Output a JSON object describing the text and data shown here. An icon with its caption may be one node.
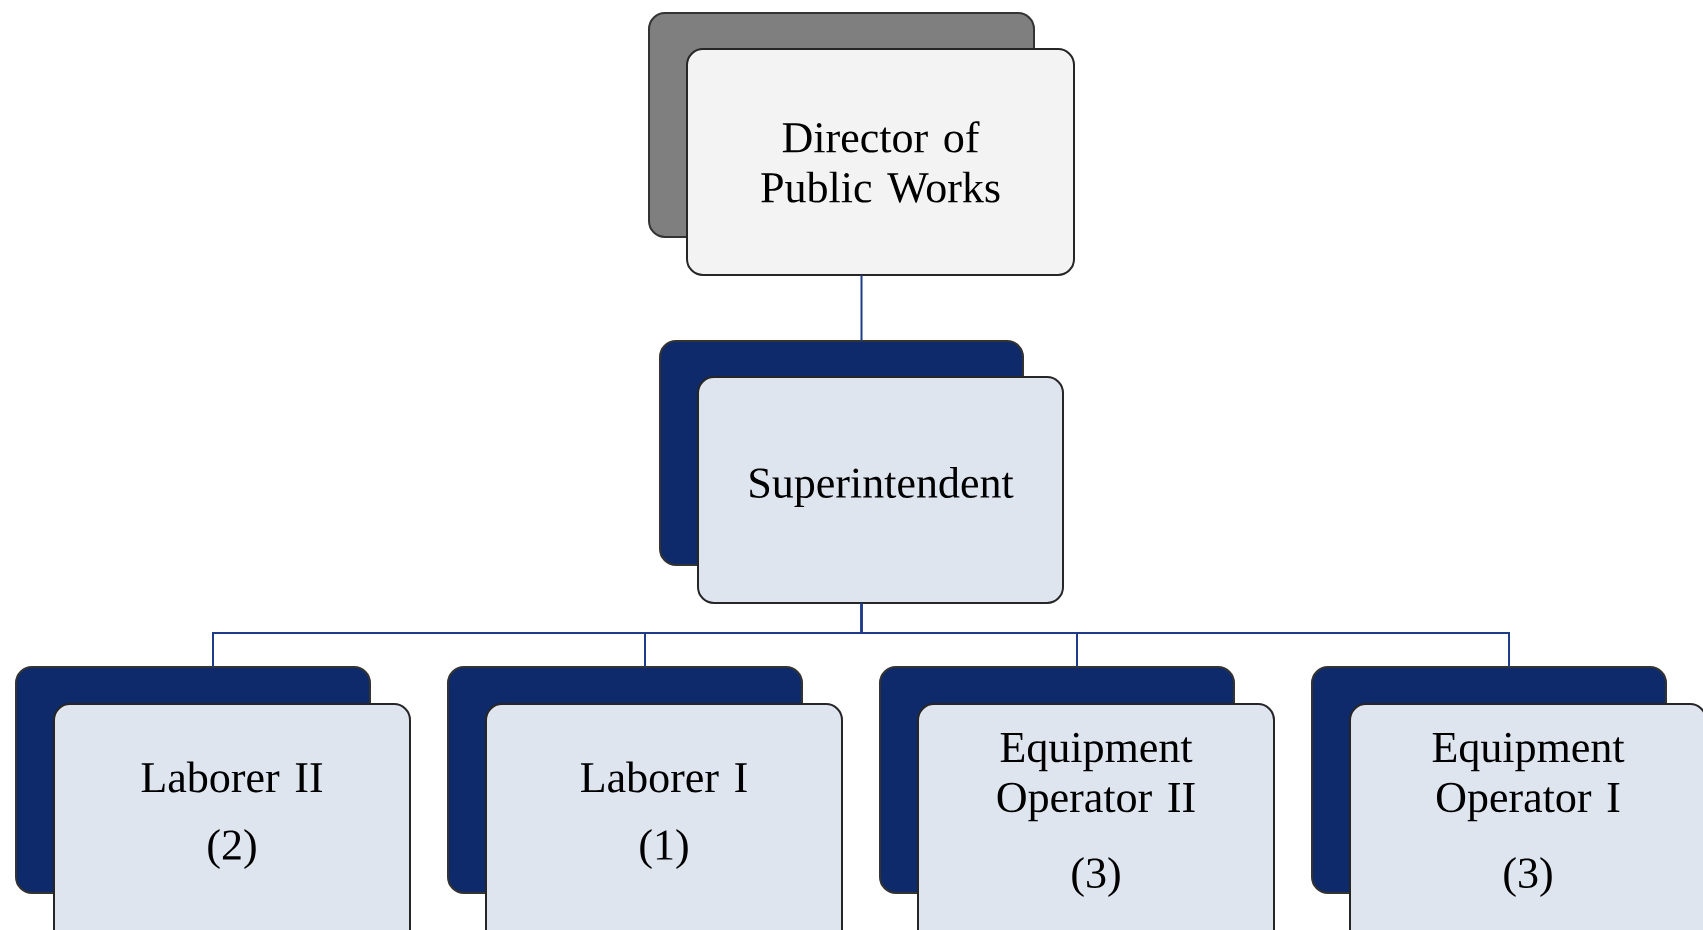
{
  "diagram": {
    "nodes": [
      {
        "text": [
          "Director of Public Works"
        ]
      },
      {
        "text": [
          "Superintendent"
        ]
      },
      {
        "text": [
          "Laborer II",
          "(2)"
        ]
      },
      {
        "text": [
          "Laborer I",
          "(1)"
        ]
      },
      {
        "text": [
          "Equipment Operator II",
          "(3)"
        ]
      },
      {
        "text": [
          "Equipment Operator I",
          "(3)"
        ]
      }
    ],
    "edges": [
      {
        "from": 0,
        "to": 1,
        "arrow": "none"
      },
      {
        "from": 1,
        "to": 2,
        "arrow": "none"
      },
      {
        "from": 1,
        "to": 3,
        "arrow": "none"
      },
      {
        "from": 1,
        "to": 4,
        "arrow": "none"
      },
      {
        "from": 1,
        "to": 5,
        "arrow": "none"
      }
    ]
  }
}
